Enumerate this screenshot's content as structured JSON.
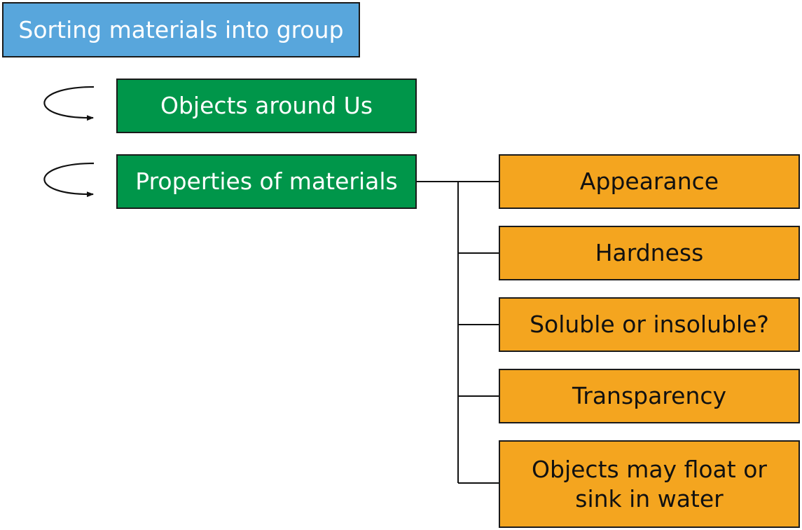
{
  "title": "Sorting materials into group",
  "topics": [
    {
      "label": "Objects around Us"
    },
    {
      "label": "Properties of materials"
    }
  ],
  "properties": [
    {
      "label": "Appearance"
    },
    {
      "label": "Hardness"
    },
    {
      "label": "Soluble or insoluble?"
    },
    {
      "label": "Transparency"
    },
    {
      "label": "Objects may float or sink in water"
    }
  ],
  "colors": {
    "title_fill": "#58a6dc",
    "topic_fill": "#00964a",
    "property_fill": "#f4a51f"
  }
}
